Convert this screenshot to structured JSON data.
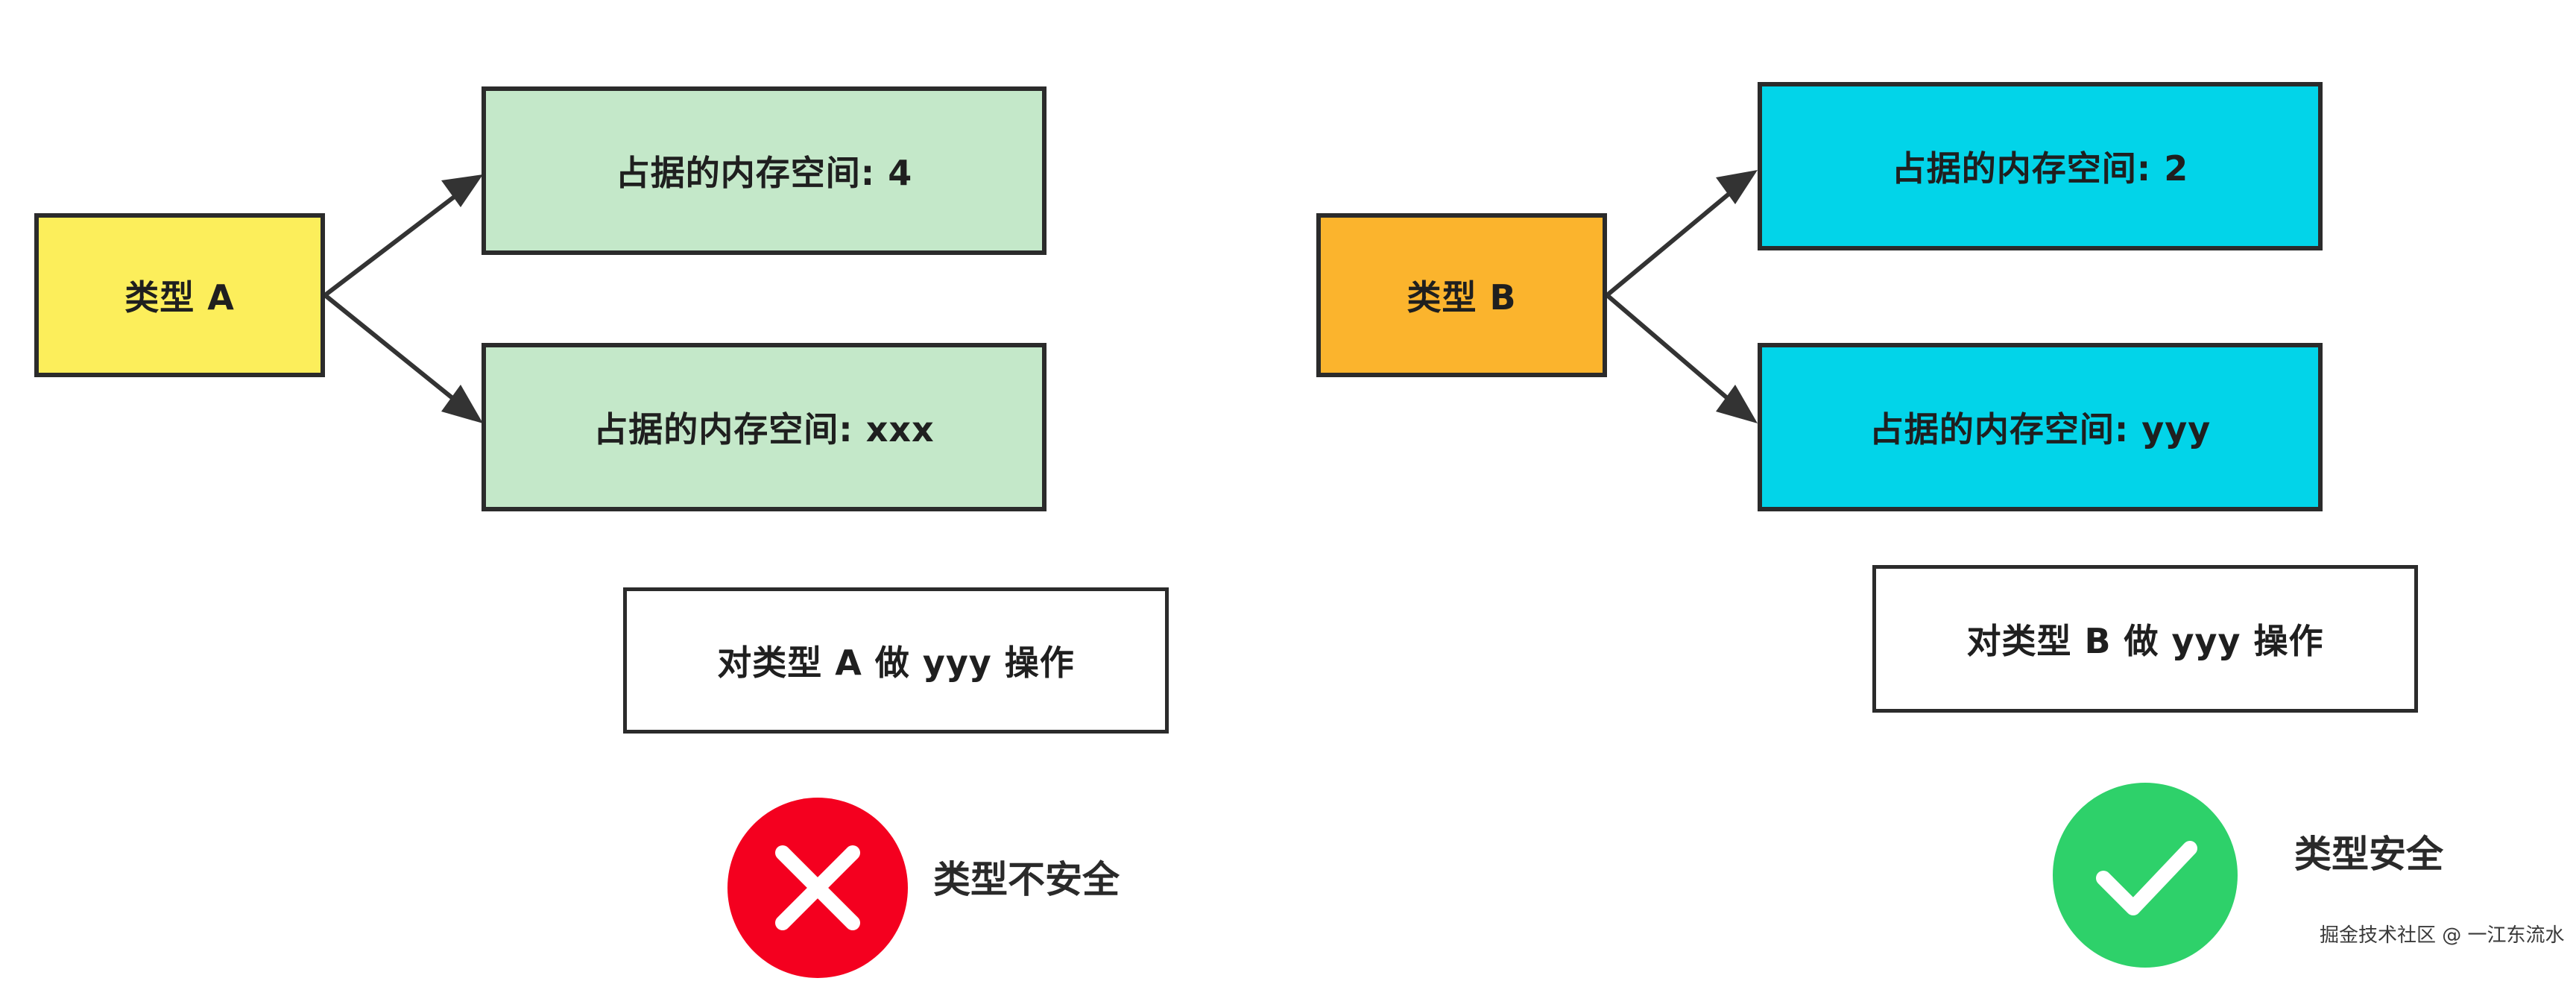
{
  "left": {
    "type_label": "类型 A",
    "memory_top": "占据的内存空间: 4",
    "memory_bottom": "占据的内存空间: xxx",
    "operation": "对类型 A 做 yyy 操作",
    "result_label": "类型不安全",
    "result_icon": "close-icon",
    "type_color": "#fcee5b",
    "memory_color": "#c4e8c9",
    "result_color": "#f4001f"
  },
  "right": {
    "type_label": "类型 B",
    "memory_top": "占据的内存空间: 2",
    "memory_bottom": "占据的内存空间: yyy",
    "operation": "对类型 B 做 yyy 操作",
    "result_label": "类型安全",
    "result_icon": "check-icon",
    "type_color": "#fbb42d",
    "memory_color": "#02d4e9",
    "result_color": "#2ed16a"
  },
  "watermark": "掘金技术社区 @ 一江东流水"
}
